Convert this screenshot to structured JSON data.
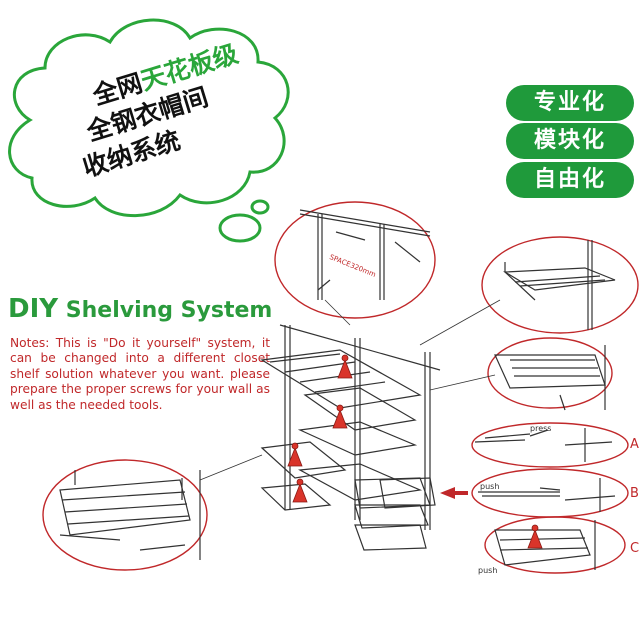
{
  "cloud": {
    "line1_pre": "全网",
    "line1_hl": "天花板级",
    "line2": "全钢衣帽间",
    "line3": "收纳系统"
  },
  "badges": [
    "专业化",
    "模块化",
    "自由化"
  ],
  "heading": {
    "diy": "DIY",
    "rest": "Shelving System"
  },
  "notes": "Notes: This is \"Do it yourself\" system, it can be changed into a different closet shelf solution whatever you want. please prepare the proper screws for your wall as well as the needed tools.",
  "detail_labels": {
    "space": "SPACE320mm",
    "press": "press",
    "push1": "push",
    "push2": "push",
    "a": "A",
    "b": "B",
    "c": "C"
  },
  "colors": {
    "green": "#2aa63a",
    "badge_green": "#1f9a3b",
    "red": "#c0282a",
    "line": "#333333"
  }
}
